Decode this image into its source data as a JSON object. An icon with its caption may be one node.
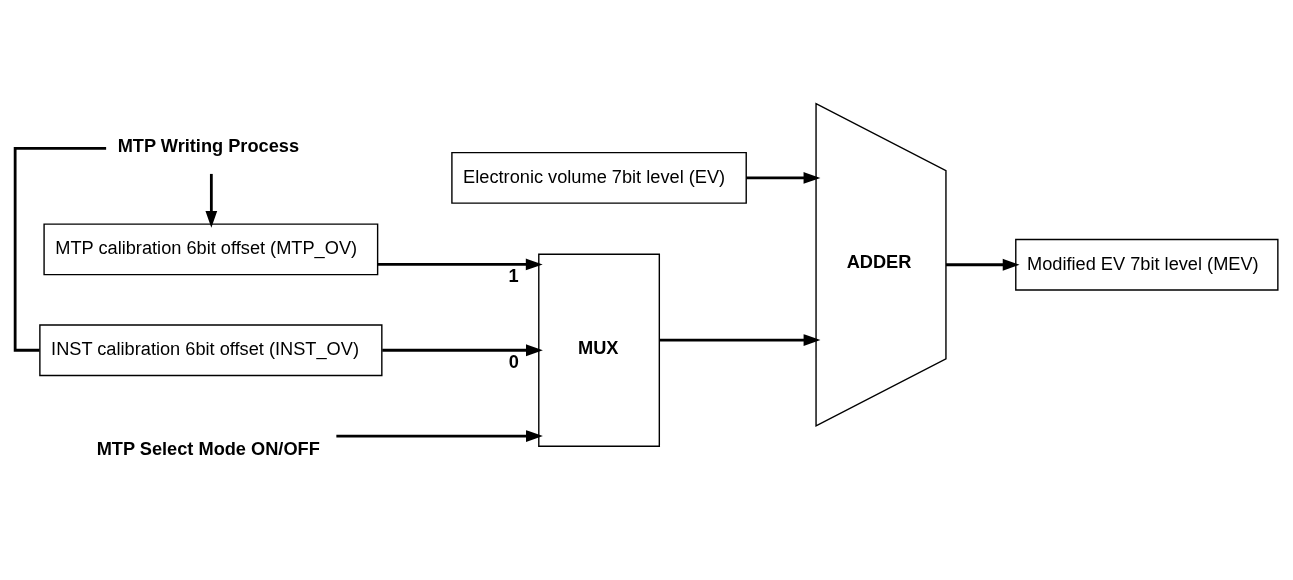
{
  "diagram": {
    "nodes": [
      {
        "text": [
          "Electronic volume 7bit level (EV)"
        ]
      },
      {
        "text": [
          "INST calibration 6bit offset (INST_OV)"
        ]
      },
      {
        "text": [
          "MTP calibration 6bit offset (MTP_OV)"
        ]
      },
      {
        "text": [
          "MUX"
        ]
      },
      {
        "text": [
          "ADDER"
        ]
      },
      {
        "text": [
          "Modified EV 7bit level (MEV)"
        ]
      },
      {
        "text": [
          "MTP Writing Process"
        ]
      },
      {
        "text": [
          "MTP Select Mode ON/OFF"
        ]
      }
    ],
    "edges": [
      {
        "from": 0,
        "to": 4,
        "arrow": "to"
      },
      {
        "from": 1,
        "to": 3,
        "arrow": "to",
        "label": "0"
      },
      {
        "from": 2,
        "to": 3,
        "arrow": "to",
        "label": "1"
      },
      {
        "from": 3,
        "to": 4,
        "arrow": "to"
      },
      {
        "from": 4,
        "to": 5,
        "arrow": "to"
      },
      {
        "from": 6,
        "to": 1,
        "arrow": "none"
      },
      {
        "from": 6,
        "to": 2,
        "arrow": "to"
      },
      {
        "from": 7,
        "to": 3,
        "arrow": "to"
      }
    ]
  }
}
